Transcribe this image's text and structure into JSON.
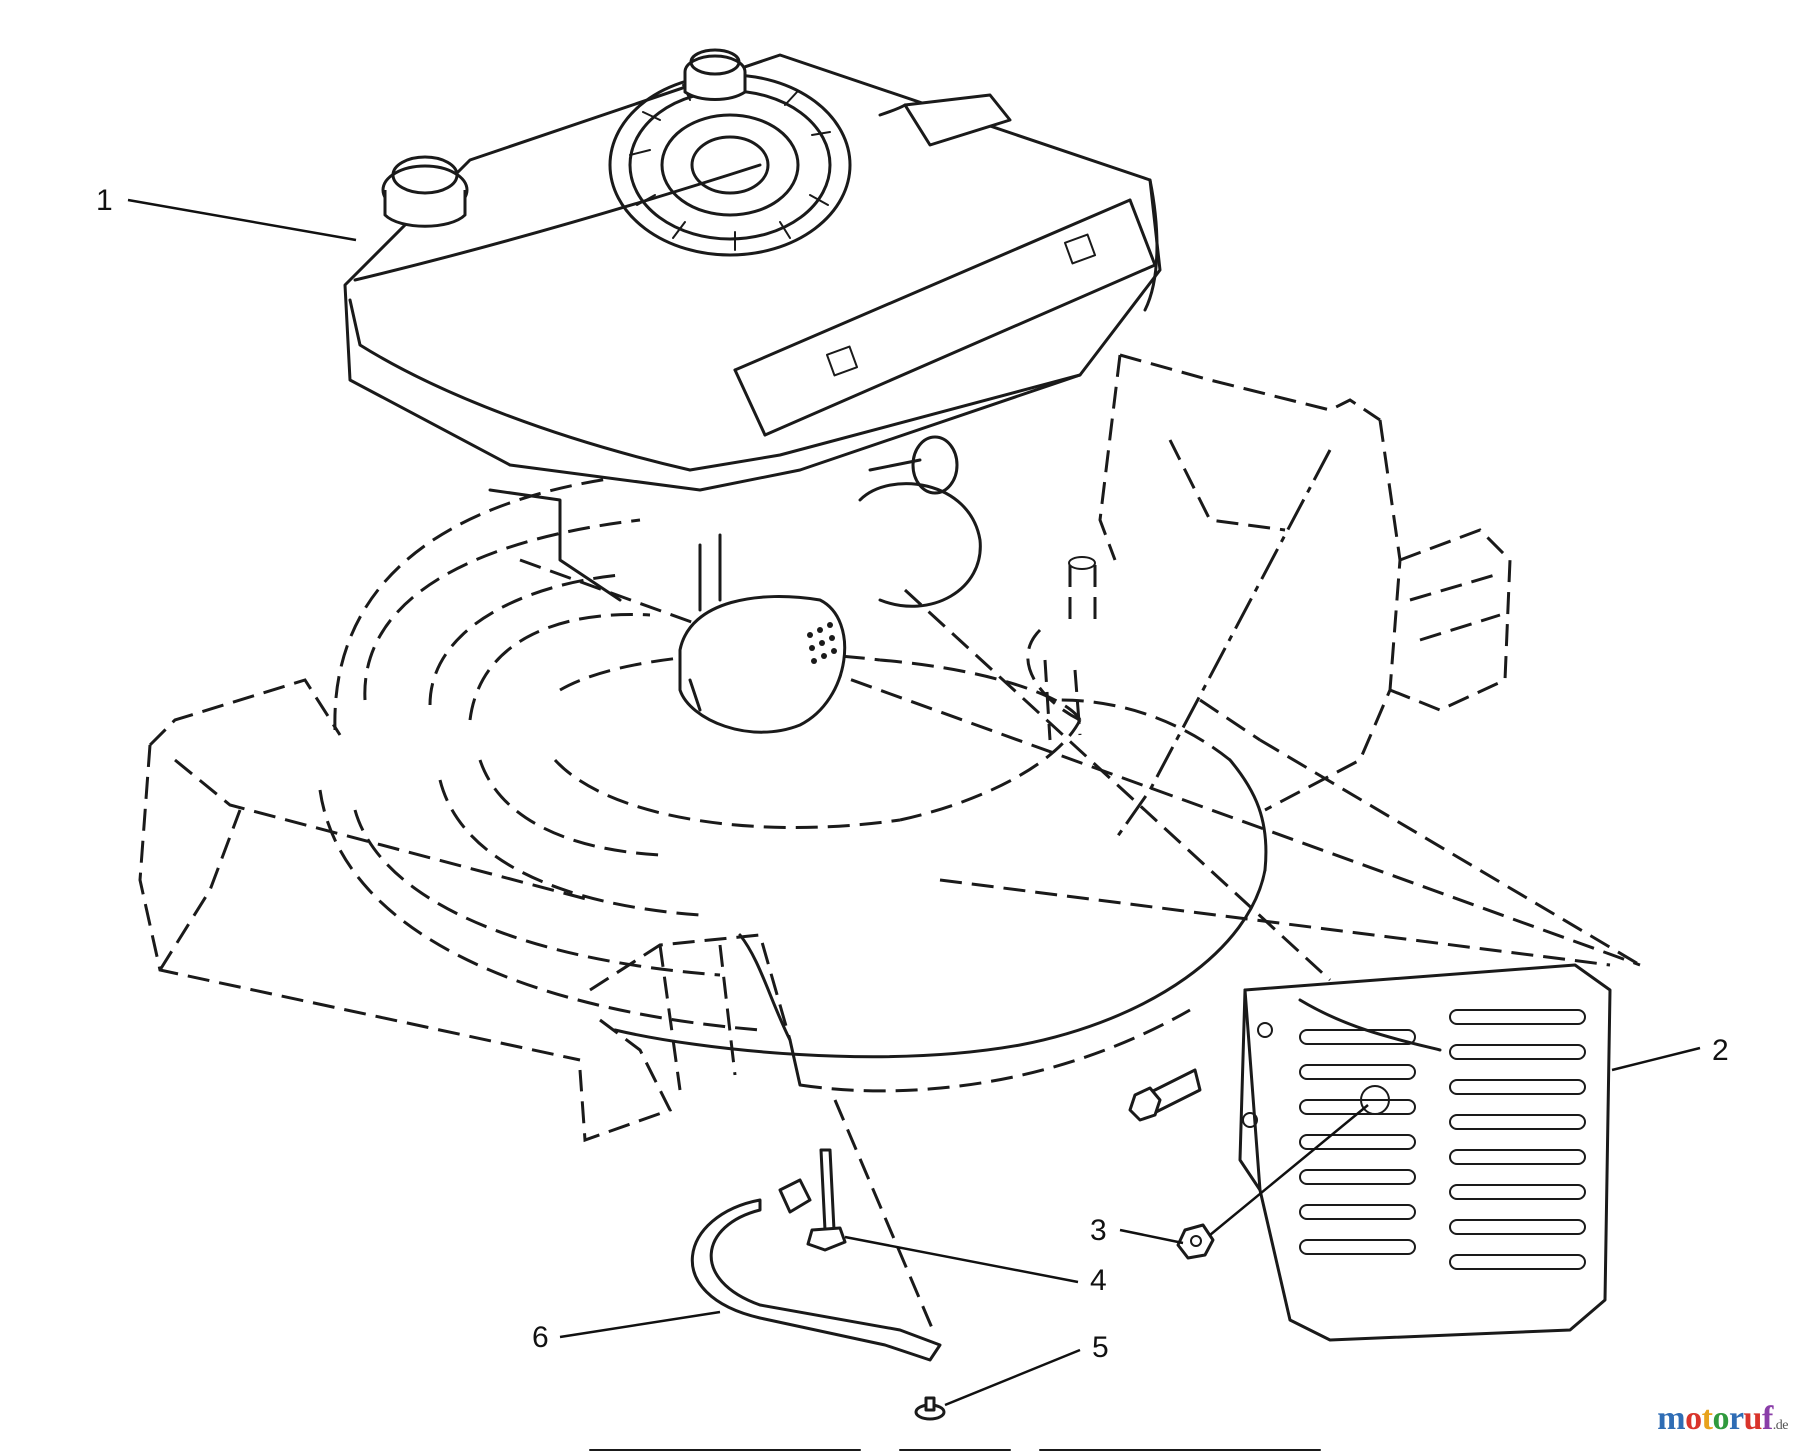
{
  "callouts": [
    {
      "id": "1",
      "label": "1"
    },
    {
      "id": "2",
      "label": "2"
    },
    {
      "id": "3",
      "label": "3"
    },
    {
      "id": "4",
      "label": "4"
    },
    {
      "id": "5",
      "label": "5"
    },
    {
      "id": "6",
      "label": "6"
    }
  ],
  "watermark": {
    "letters": [
      "m",
      "o",
      "t",
      "o",
      "r",
      "u",
      "f"
    ],
    "tld": ".de",
    "colors": [
      "#2f6db5",
      "#d9342b",
      "#e8a21c",
      "#2f9a3d",
      "#2f6db5",
      "#d9342b",
      "#8a3ea8"
    ]
  }
}
